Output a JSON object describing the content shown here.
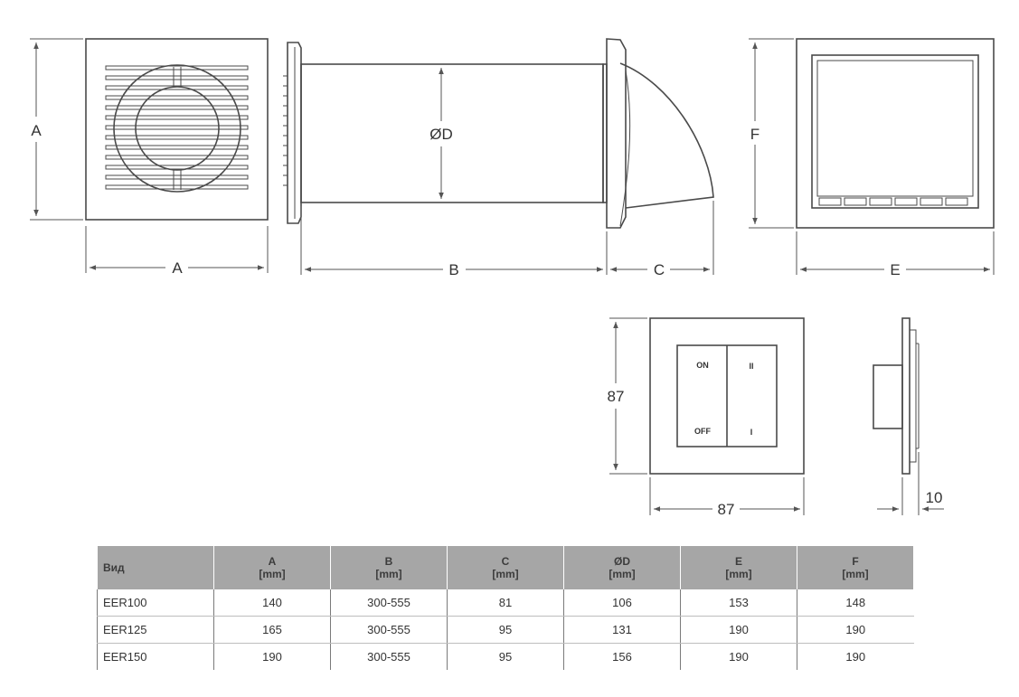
{
  "diagram": {
    "dimension_labels": {
      "A_side": "A",
      "A_bottom": "A",
      "B": "B",
      "C": "C",
      "D": "ØD",
      "E": "E",
      "F": "F"
    },
    "switch": {
      "height": "87",
      "width": "87",
      "depth": "10",
      "on": "ON",
      "off": "OFF",
      "speed_high": "II",
      "speed_low": "I"
    }
  },
  "table": {
    "headers": [
      {
        "name": "Вид",
        "unit": ""
      },
      {
        "name": "A",
        "unit": "[mm]"
      },
      {
        "name": "B",
        "unit": "[mm]"
      },
      {
        "name": "C",
        "unit": "[mm]"
      },
      {
        "name": "ØD",
        "unit": "[mm]"
      },
      {
        "name": "E",
        "unit": "[mm]"
      },
      {
        "name": "F",
        "unit": "[mm]"
      }
    ],
    "rows": [
      [
        "EER100",
        "140",
        "300-555",
        "81",
        "106",
        "153",
        "148"
      ],
      [
        "EER125",
        "165",
        "300-555",
        "95",
        "131",
        "190",
        "190"
      ],
      [
        "EER150",
        "190",
        "300-555",
        "95",
        "156",
        "190",
        "190"
      ]
    ]
  }
}
